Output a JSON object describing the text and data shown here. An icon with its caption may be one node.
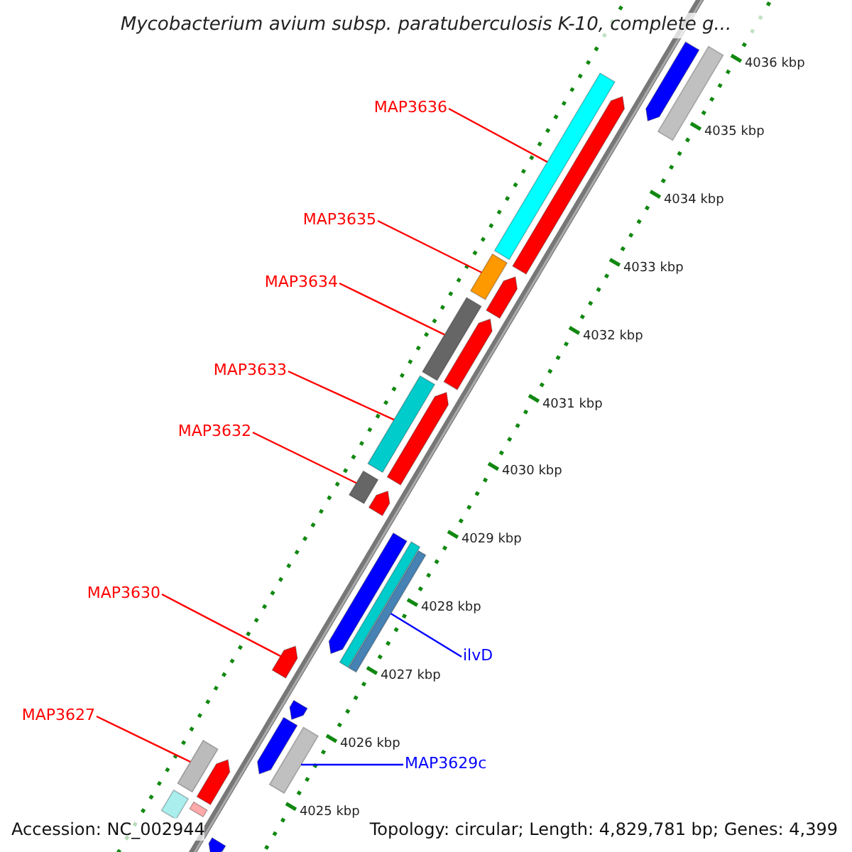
{
  "diagram": {
    "title": "Mycobacterium avium subsp. paratuberculosis K-10, complete g...",
    "nodes": [
      {
        "text": [
          "MAP3636"
        ]
      },
      {
        "text": [
          "MAP3635"
        ]
      },
      {
        "text": [
          "MAP3634"
        ]
      },
      {
        "text": [
          "MAP3633"
        ]
      },
      {
        "text": [
          "MAP3632"
        ]
      },
      {
        "text": [
          "MAP3630"
        ]
      },
      {
        "text": [
          "ilvD"
        ]
      },
      {
        "text": [
          "MAP3627"
        ]
      },
      {
        "text": [
          "MAP3629c"
        ]
      },
      {
        "text": [],
        "shape": "bar"
      },
      {
        "text": [],
        "shape": "bar"
      },
      {
        "text": [],
        "shape": "bar"
      },
      {
        "text": [],
        "shape": "bar"
      },
      {
        "text": [],
        "shape": "bar"
      },
      {
        "text": [],
        "shape": "bar"
      },
      {
        "text": [],
        "shape": "bar"
      },
      {
        "text": [],
        "shape": "bar"
      },
      {
        "text": [],
        "shape": "bar"
      },
      {
        "text": [],
        "shape": "bar"
      },
      {
        "text": [],
        "shape": "bar"
      },
      {
        "text": [],
        "shape": "bar"
      },
      {
        "text": [],
        "shape": "bar"
      },
      {
        "text": [],
        "shape": "bar"
      },
      {
        "text": [],
        "shape": "bar"
      },
      {
        "text": [],
        "shape": "bar"
      },
      {
        "text": [],
        "shape": "bar"
      },
      {
        "text": [],
        "shape": "bar"
      },
      {
        "text": [],
        "shape": "bar"
      },
      {
        "text": [],
        "shape": "bar"
      },
      {
        "text": [],
        "shape": "bar"
      },
      {
        "text": [],
        "shape": "bar"
      },
      {
        "text": [],
        "shape": "bar"
      },
      {
        "text": [],
        "shape": "bar"
      }
    ],
    "edges": [
      {
        "from": 0,
        "to": 9,
        "arrow": "none"
      },
      {
        "from": 1,
        "to": 10,
        "arrow": "none"
      },
      {
        "from": 2,
        "to": 11,
        "arrow": "none"
      },
      {
        "from": 3,
        "to": 12,
        "arrow": "none"
      },
      {
        "from": 4,
        "to": 13,
        "arrow": "none"
      },
      {
        "from": 5,
        "to": 14,
        "arrow": "none"
      },
      {
        "from": 6,
        "to": 15,
        "arrow": "none",
        "color": "#0000ff"
      },
      {
        "from": 7,
        "to": 16,
        "arrow": "none"
      },
      {
        "from": 8,
        "to": 17,
        "arrow": "none",
        "color": "#0000ff"
      }
    ],
    "labels": [
      "4036 kbp",
      "4035 kbp",
      "4034 kbp",
      "4033 kbp",
      "4032 kbp",
      "4031 kbp",
      "4030 kbp",
      "4029 kbp",
      "4028 kbp",
      "4027 kbp",
      "4026 kbp",
      "4025 kbp",
      "Accession: NC_002944",
      "Topology: circular; Length: 4,829,781 bp; Genes: 4,399"
    ]
  }
}
